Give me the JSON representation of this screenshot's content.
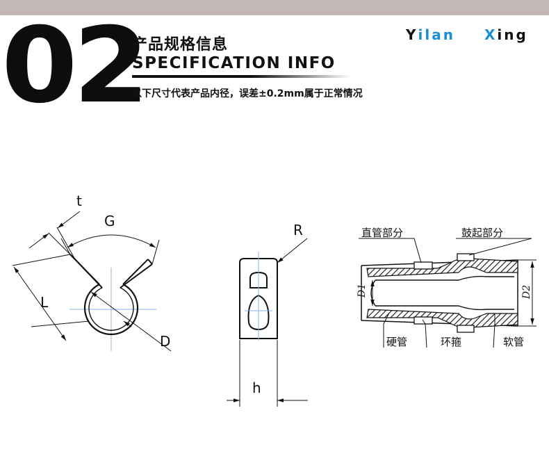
{
  "header": {
    "section_number": "02",
    "title_cn": "产品规格信息",
    "title_en": "SPECIFICATION INFO",
    "subtitle": "以下尺寸代表产品内径，误差±0.2mm属于正常情况"
  },
  "logo": {
    "word1_first": "Y",
    "word1_rest": "ilan",
    "word2_first": "X",
    "word2_rest": "ing"
  },
  "clip_front_view": {
    "label_t": "t",
    "label_G": "G",
    "label_L": "L",
    "label_D": "D"
  },
  "clip_side_view": {
    "label_R": "R",
    "label_h": "h"
  },
  "hose_section": {
    "label_straight": "直管部分",
    "label_bulge": "鼓起部分",
    "label_hard_pipe": "硬管",
    "label_clamp": "环箍",
    "label_soft_pipe": "软管",
    "label_D1": "D1",
    "label_D2": "D2"
  },
  "colors": {
    "top_bar": "#c3b7b7",
    "logo_accent": "#1a8fd8",
    "centerline": "#8ab0e6"
  }
}
